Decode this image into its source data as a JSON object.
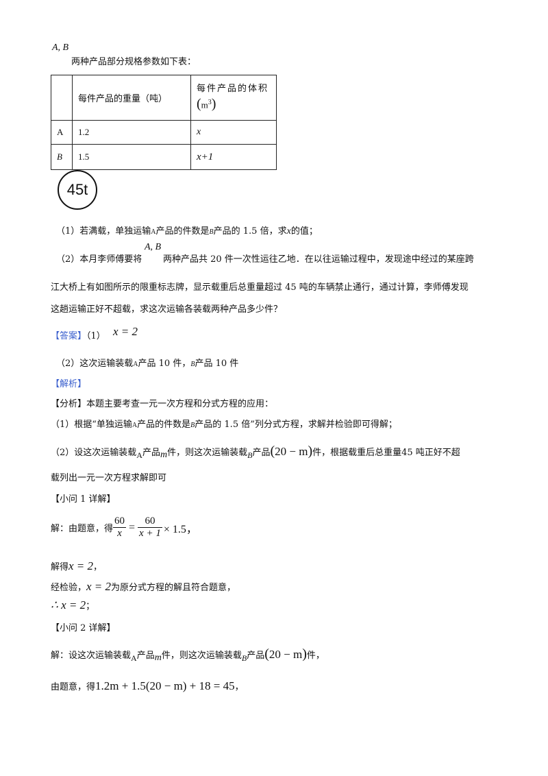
{
  "intro": {
    "ab": "A, B",
    "text": "两种产品部分规格参数如下表："
  },
  "table": {
    "header": {
      "col1": "每件产品的重量（吨）",
      "col2_line1": "每件产品的体积",
      "col2_unit": "m",
      "col2_unit_exp": "3"
    },
    "rows": [
      {
        "name": "A",
        "weight": "1.2",
        "volume": "x"
      },
      {
        "name": "B",
        "weight": "1.5",
        "volume": "x+1"
      }
    ]
  },
  "sign": {
    "text": "45t"
  },
  "q1": {
    "p1": "（1）若满载，单独运输",
    "a": "A",
    "p2": "产品的件数是",
    "b": "B",
    "p3": "产品的 1.5 倍，求",
    "x": "x",
    "p4": "的值；"
  },
  "q2": {
    "p1": "（2）本月李师傅要将",
    "ab": "A, B",
    "p2": "两种产品共 20 件一次性运往乙地．在以往运输过程中，发现途中经过的某座跨",
    "line2": "江大桥上有如图所示的限重标志牌，显示载重后总重量超过 45 吨的车辆禁止通行，通过计算，李师傅发现",
    "line3": "这趟运输正好不超载，求这次运输各装载两种产品多少件？"
  },
  "answer": {
    "label": "【答案】",
    "a1_prefix": "（1）",
    "a1": "x = 2",
    "a2_p1": "（2）这次运输装载",
    "a2_a": "A",
    "a2_p2": "产品 10 件，",
    "a2_b": "B",
    "a2_p3": "产品 10 件"
  },
  "analysis": {
    "label": "【解析】",
    "fenxi": "【分析】本题主要考查一元一次方程和分式方程的应用：",
    "f1_p1": "（1）根据“单独运输",
    "f1_a": "A",
    "f1_p2": "产品的件数是",
    "f1_b": "B",
    "f1_p3": "产品的 1.5 倍”列分式方程，求解并检验即可得解；",
    "f2_p1": "（2）设这次运输装载",
    "f2_a": "A",
    "f2_p2": "产品",
    "f2_m": "m",
    "f2_p3": "件，则这次运输装载",
    "f2_b": "B",
    "f2_p4": "产品",
    "f2_expr": "20 − m",
    "f2_p5": "件，根据载重后总重量45 吨正好不超",
    "f2_line2": "载列出一元一次方程求解即可"
  },
  "sol1": {
    "head": "【小问 1 详解】",
    "p1": "解：由题意，得",
    "num1": "60",
    "den1": "x",
    "eq": "=",
    "num2": "60",
    "den2": "x + 1",
    "tail": "× 1.5，",
    "l2_p1": "解得",
    "l2_expr": "x = 2",
    "l2_p2": "，",
    "l3_p1": "经检验，",
    "l3_expr": "x = 2",
    "l3_p2": "为原分式方程的解且符合题意，",
    "l4_expr": "∴ x = 2",
    "l4_p2": "；"
  },
  "sol2": {
    "head": "【小问 2 详解】",
    "p1": "解：设这次运输装载",
    "a": "A",
    "p2": "产品",
    "m": "m",
    "p3": "件，则这次运输装载",
    "b": "B",
    "p4": "产品",
    "expr": "20 − m",
    "p5": "件，",
    "l2_p1": "由题意，得",
    "l2_expr": "1.2m + 1.5(20 − m) + 18 = 45",
    "l2_p2": "，"
  }
}
